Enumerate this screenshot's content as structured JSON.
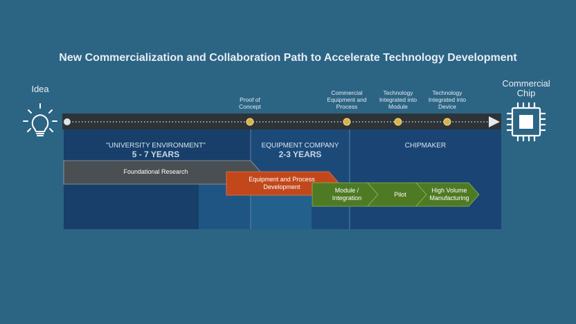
{
  "title": "New Commercialization and Collaboration Path to Accelerate Technology Development",
  "start_label": "Idea",
  "end_label": "Commercial Chip",
  "milestones": [
    {
      "label": "Proof of Concept"
    },
    {
      "label": "Commercial Equipment and Process"
    },
    {
      "label": "Technology Integrated into Module"
    },
    {
      "label": "Technology Integrated into Device"
    }
  ],
  "phases": [
    {
      "name": "\"UNIVERSITY ENVIRONMENT\"",
      "years": "5 - 7 YEARS"
    },
    {
      "name": "EQUIPMENT COMPANY",
      "years": "2-3 YEARS"
    },
    {
      "name": "CHIPMAKER",
      "years": ""
    }
  ],
  "stages": [
    {
      "label": "Foundational Research"
    },
    {
      "label": "Equipment and Process Development"
    },
    {
      "label": "Module / Integration"
    },
    {
      "label": "Pilot"
    },
    {
      "label": "High Volume Manufacturing"
    }
  ],
  "colors": {
    "background": "#2c6484",
    "panel_dark": "#173f6a",
    "panel_mid": "#1c4a78",
    "timeline": "#2e3338",
    "milestone_dot": "#d8b24a",
    "research": "#4a4f53",
    "equipment": "#c2481c",
    "chipmaker": "#4e7a24"
  },
  "icons": {
    "start": "lightbulb-icon",
    "end": "chip-icon"
  }
}
